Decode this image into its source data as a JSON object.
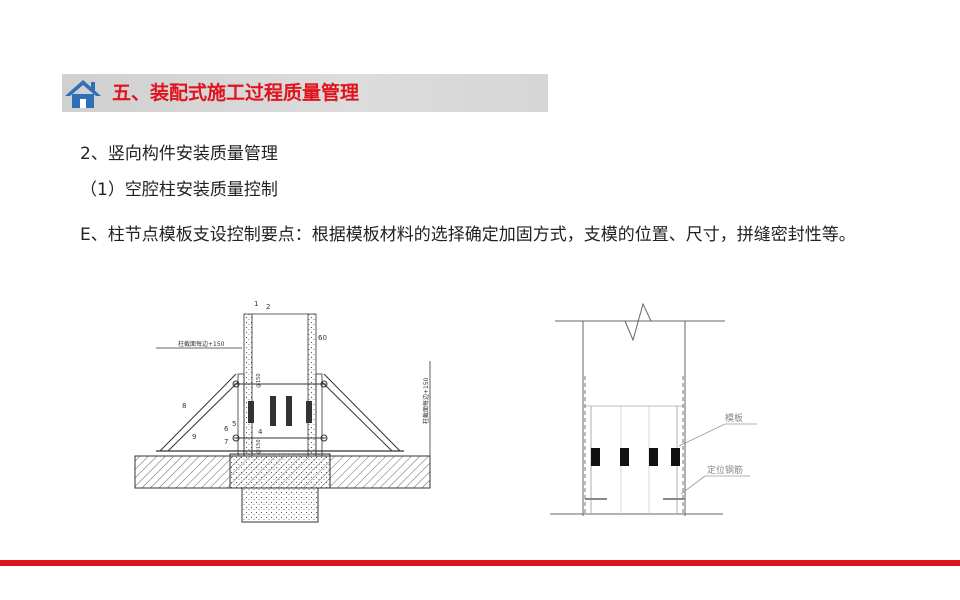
{
  "header": {
    "title": "五、装配式施工过程质量管理",
    "accent_color": "#e0141e",
    "icon": "home-icon"
  },
  "content": {
    "line1": "2、竖向构件安装质量管理",
    "line2": "（1）空腔柱安装质量控制",
    "line3": "E、柱节点模板支设控制要点：根据模板材料的选择确定加固方式，支模的位置、尺寸，拼缝密封性等。"
  },
  "figure_left": {
    "labels": {
      "n1": "1",
      "n2": "2",
      "n4": "4",
      "n5": "5",
      "n6": "6",
      "n7": "7",
      "n8": "8",
      "n9": "9",
      "dim60": "60",
      "note_left": "柱截面每边+150",
      "note_right": "柱截面每边+150",
      "dim_small1": "@150",
      "dim_small2": "@150"
    }
  },
  "figure_right": {
    "labels": {
      "formwork": "模板",
      "rebar": "定位钢筋"
    }
  },
  "footer": {
    "rule_color": "#e0141e"
  }
}
